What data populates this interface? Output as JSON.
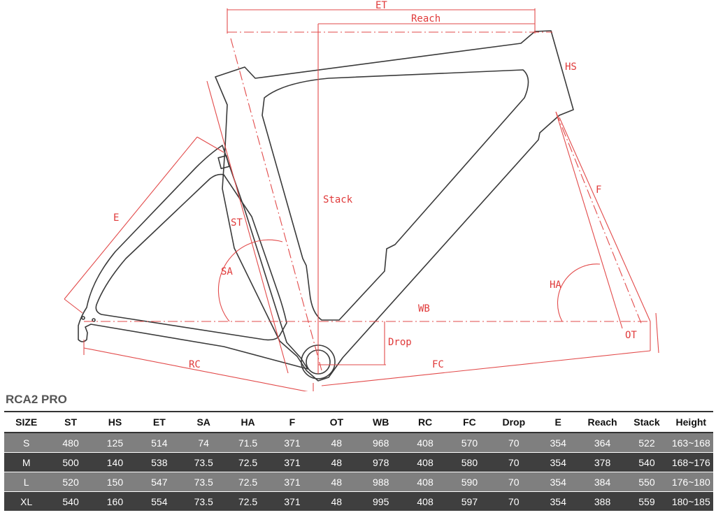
{
  "diagram": {
    "labels": {
      "et": "ET",
      "reach": "Reach",
      "hs": "HS",
      "stack": "Stack",
      "st": "ST",
      "e": "E",
      "sa": "SA",
      "f": "F",
      "ha": "HA",
      "wb": "WB",
      "ot": "OT",
      "drop": "Drop",
      "rc": "RC",
      "fc": "FC"
    },
    "colors": {
      "dimension": "#e24a4a",
      "frame": "#3a3a3a"
    }
  },
  "model": "RCA2 PRO",
  "table": {
    "headers": [
      "SIZE",
      "ST",
      "HS",
      "ET",
      "SA",
      "HA",
      "F",
      "OT",
      "WB",
      "RC",
      "FC",
      "Drop",
      "E",
      "Reach",
      "Stack",
      "Height"
    ],
    "rows": [
      [
        "S",
        "480",
        "125",
        "514",
        "74",
        "71.5",
        "371",
        "48",
        "968",
        "408",
        "570",
        "70",
        "354",
        "364",
        "522",
        "163~168"
      ],
      [
        "M",
        "500",
        "140",
        "538",
        "73.5",
        "72.5",
        "371",
        "48",
        "978",
        "408",
        "580",
        "70",
        "354",
        "378",
        "540",
        "168~176"
      ],
      [
        "L",
        "520",
        "150",
        "547",
        "73.5",
        "72.5",
        "371",
        "48",
        "988",
        "408",
        "590",
        "70",
        "354",
        "384",
        "550",
        "176~180"
      ],
      [
        "XL",
        "540",
        "160",
        "554",
        "73.5",
        "72.5",
        "371",
        "48",
        "995",
        "408",
        "597",
        "70",
        "354",
        "388",
        "559",
        "180~185"
      ]
    ],
    "colors": {
      "row_light": "#7f7f7f",
      "row_dark": "#3f3f3f",
      "header_text": "#111111",
      "cell_text": "#ffffff"
    }
  }
}
